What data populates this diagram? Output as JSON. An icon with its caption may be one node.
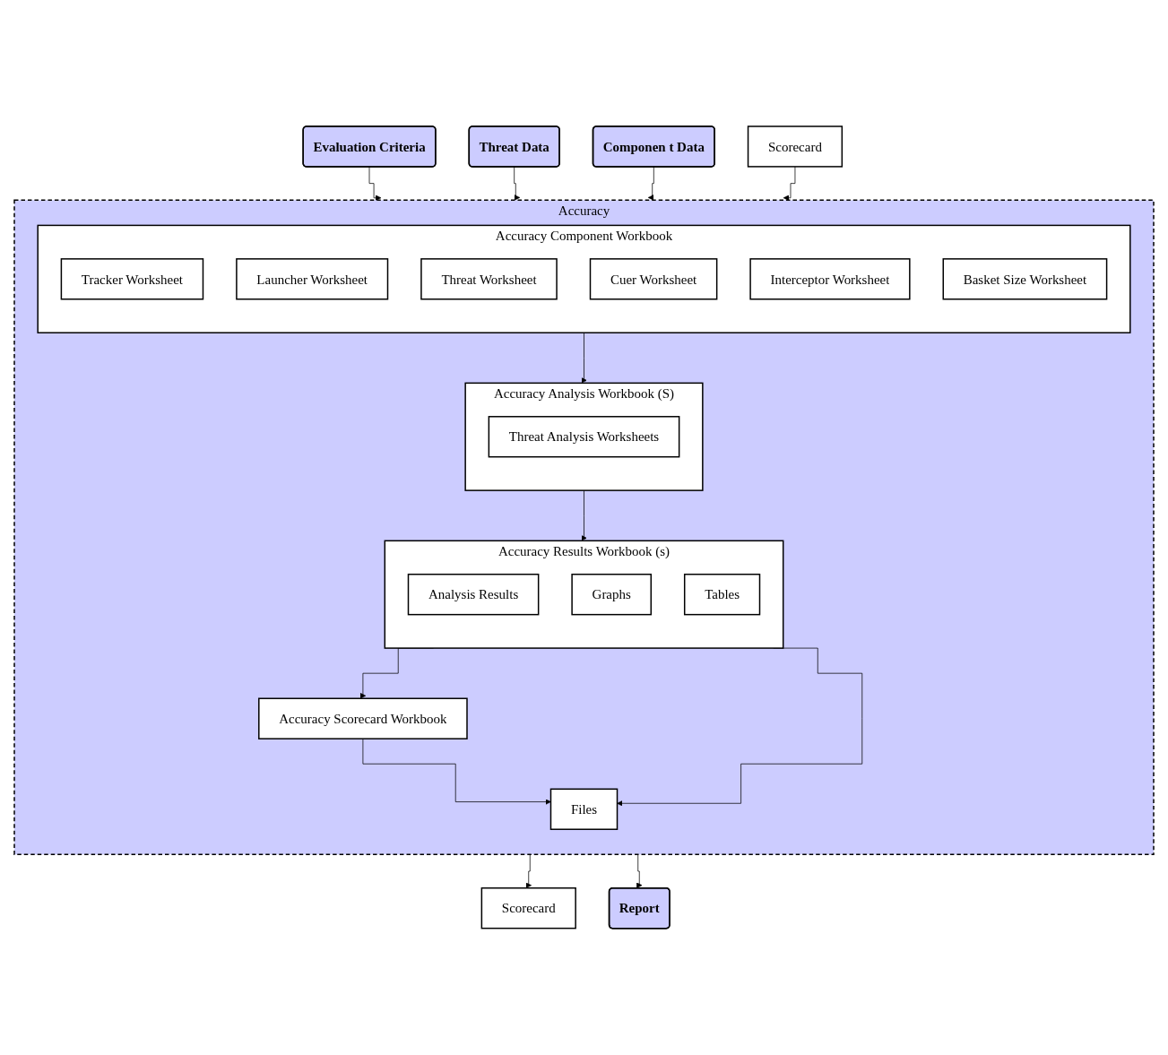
{
  "diagram": {
    "nodes": [
      {
        "text": [
          "Evaluation Criteria"
        ]
      },
      {
        "text": [
          "Threat Data"
        ]
      },
      {
        "text": [
          "Componen t Data"
        ]
      },
      {
        "text": [
          "Scorecard"
        ]
      },
      {
        "text": [
          "Accuracy"
        ]
      },
      {
        "text": [
          "Accuracy Analysis Workbook (S)"
        ],
        "in": 4
      },
      {
        "text": [
          "Threat Analysis Worksheets"
        ],
        "in": 5
      },
      {
        "text": [
          "Accuracy Component Workbook"
        ],
        "in": 4
      },
      {
        "text": [
          "Tracker Worksheet"
        ],
        "in": 7
      },
      {
        "text": [
          "Launcher Worksheet"
        ],
        "in": 7
      },
      {
        "text": [
          "Threat Worksheet"
        ],
        "in": 7
      },
      {
        "text": [
          "Cuer Worksheet"
        ],
        "in": 7
      },
      {
        "text": [
          "Interceptor Worksheet"
        ],
        "in": 7
      },
      {
        "text": [
          "Basket Size Worksheet"
        ],
        "in": 7
      },
      {
        "text": [
          "Accuracy Results Workbook (s)"
        ],
        "in": 4
      },
      {
        "text": [
          "Analysis Results"
        ],
        "in": 14
      },
      {
        "text": [
          "Graphs"
        ],
        "in": 14
      },
      {
        "text": [
          "Tables"
        ],
        "in": 14
      },
      {
        "text": [
          "Accuracy Scorecard Workbook"
        ],
        "in": 4
      },
      {
        "text": [
          "Files"
        ],
        "in": 4
      },
      {
        "text": [
          "Scorecard"
        ]
      },
      {
        "text": [
          "Report"
        ]
      }
    ],
    "edges": [
      {
        "from": 0,
        "to": 4,
        "arrow": "to"
      },
      {
        "from": 1,
        "to": 4,
        "arrow": "to"
      },
      {
        "from": 2,
        "to": 4,
        "arrow": "to"
      },
      {
        "from": 3,
        "to": 4,
        "arrow": "to"
      },
      {
        "from": 7,
        "to": 5,
        "arrow": "to"
      },
      {
        "from": 5,
        "to": 14,
        "arrow": "to"
      },
      {
        "from": 14,
        "to": 18,
        "arrow": "to"
      },
      {
        "from": 14,
        "to": 19,
        "arrow": "to"
      },
      {
        "from": 18,
        "to": 19,
        "arrow": "to"
      },
      {
        "from": 4,
        "to": 20,
        "arrow": "to"
      },
      {
        "from": 4,
        "to": 21,
        "arrow": "to"
      }
    ]
  }
}
